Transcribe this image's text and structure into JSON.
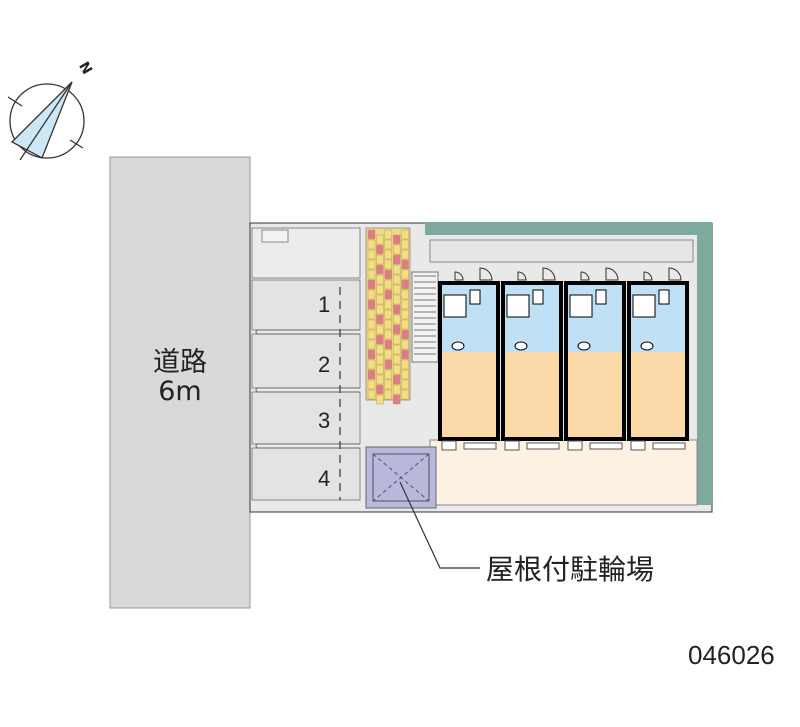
{
  "compass": {
    "label": "N",
    "icon": "north-arrow-icon"
  },
  "road": {
    "name": "道路",
    "width": "6m"
  },
  "parking": {
    "slots": [
      "1",
      "2",
      "3",
      "4"
    ]
  },
  "bike_shelter": {
    "label": "屋根付駐輪場"
  },
  "property_code": "046026",
  "building": {
    "units": 4
  },
  "colors": {
    "road": "#d9d9d9",
    "lot": "#e6e6e6",
    "wet_area": "#bfe0f5",
    "room": "#fbd9a8",
    "yard": "#fdf1e2",
    "shelter": "#b9b8dc",
    "wall_shadow": "#7da99e"
  }
}
